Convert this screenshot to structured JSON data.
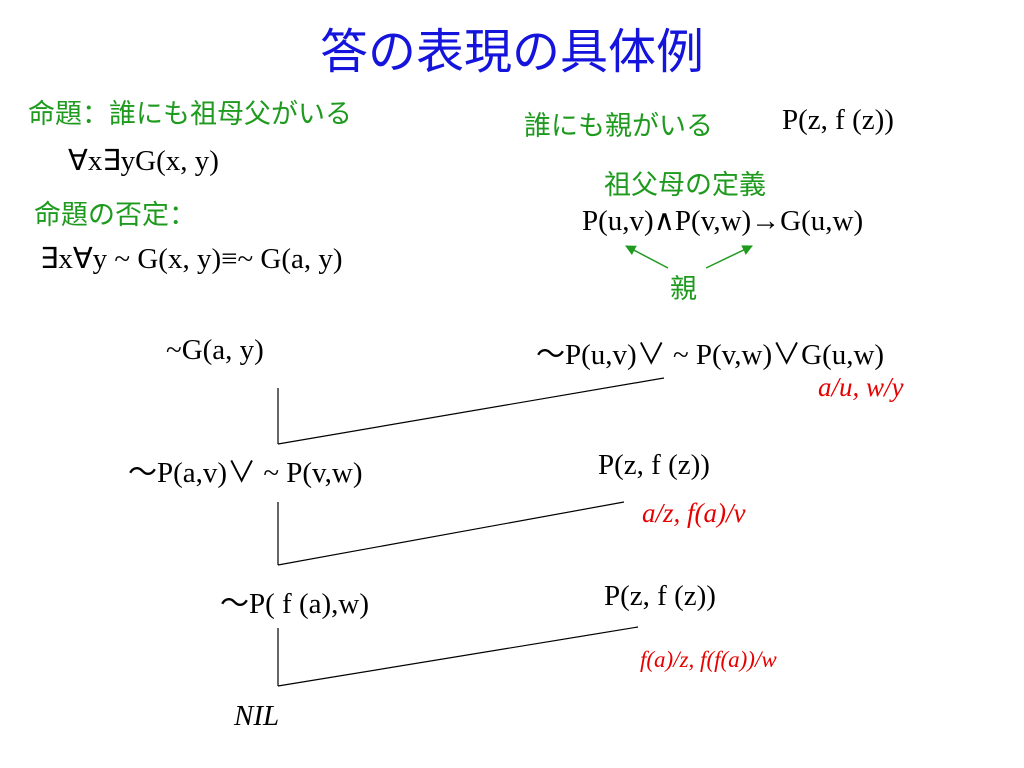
{
  "title": "答の表現の具体例",
  "left": {
    "proposition_label": "命題：誰にも祖母父がいる",
    "proposition_formula": "∀x∃yG(x, y)",
    "negation_label": "命題の否定：",
    "negation_formula": "∃x∀y ~ G(x, y)≡~ G(a, y)"
  },
  "right": {
    "parent_label": "誰にも親がいる",
    "parent_formula": "P(z, f (z))",
    "definition_label": "祖父母の定義",
    "definition_formula": "P(u,v)∧P(v,w)→G(u,w)",
    "parent_annotation": "親"
  },
  "resolution": {
    "clause1": "~G(a, y)",
    "axiom1": "～P(u,v)∨ ~ P(v,w)∨G(u,w)",
    "subst1": "a/u, w/y",
    "clause2": "～P(a,v)∨ ~ P(v,w)",
    "axiom2": "P(z, f (z))",
    "subst2": "a/z, f(a)/v",
    "clause3": "～P( f (a),w)",
    "axiom3": "P(z, f (z))",
    "subst3": "f(a)/z, f(f(a))/w",
    "result": "NIL"
  },
  "colors": {
    "title": "#1414dc",
    "label": "#1e9a1e",
    "substitution": "#e60000",
    "text": "#000000"
  }
}
